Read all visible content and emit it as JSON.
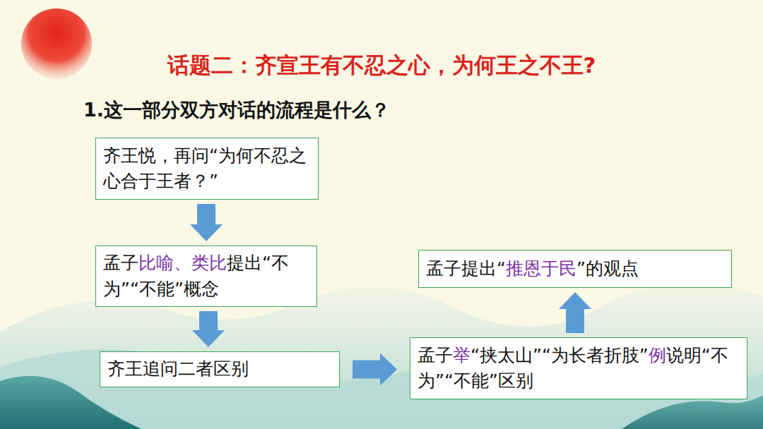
{
  "diagram": {
    "title": "话题二：齐宣王有不忍之心，为何王之不王?",
    "nodes": [
      {
        "text": [
          "齐王悦，再问“为何不忍之心合于王者？”"
        ]
      },
      {
        "text": [
          "孟子比喻、类比提出“不为”“不能”概念"
        ]
      },
      {
        "text": [
          "齐王追问二者区别"
        ]
      },
      {
        "text": [
          "孟子举“挟太山”“为长者折肢”例说明“不为”“不能”区别"
        ]
      },
      {
        "text": [
          "孟子提出“推恩于民”的观点"
        ]
      }
    ],
    "edges": [
      {
        "from": 0,
        "to": 1,
        "arrow": "to"
      },
      {
        "from": 1,
        "to": 2,
        "arrow": "to"
      },
      {
        "from": 2,
        "to": 3,
        "arrow": "to"
      },
      {
        "from": 3,
        "to": 4,
        "arrow": "to"
      }
    ],
    "labels": [
      "1.这一部分双方对话的流程是什么？"
    ]
  }
}
